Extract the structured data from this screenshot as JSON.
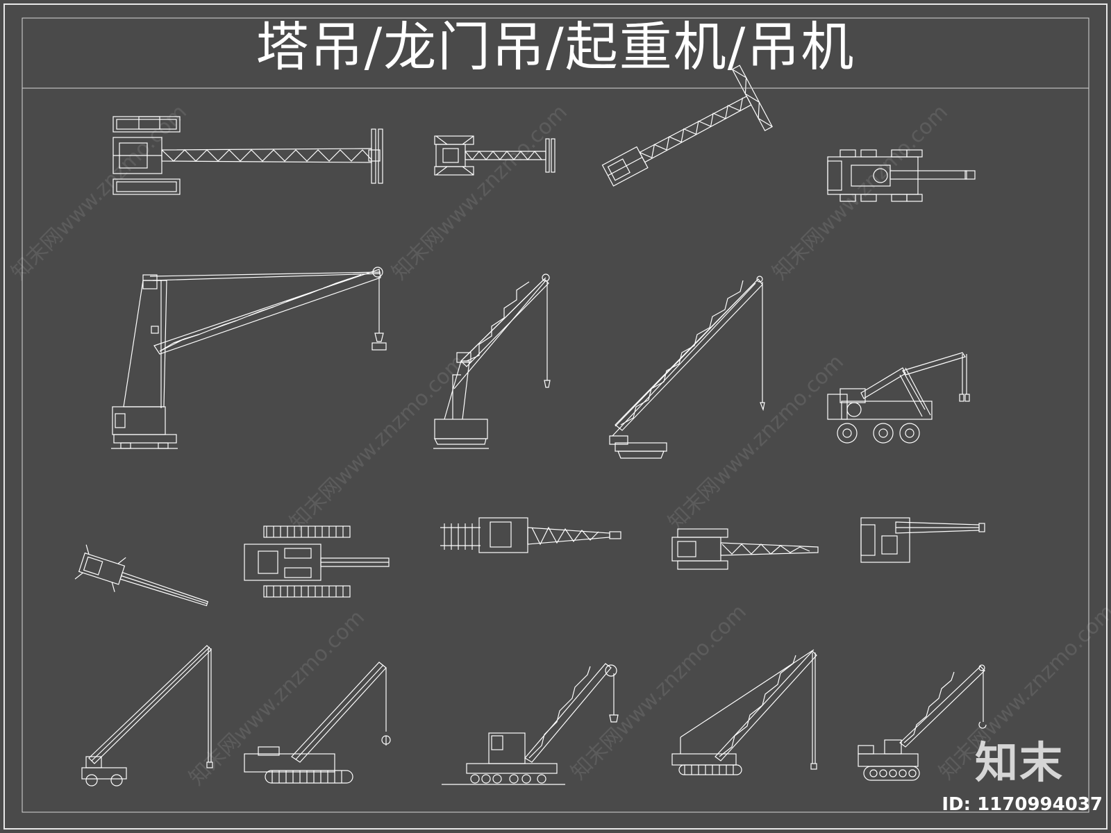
{
  "title": "塔吊/龙门吊/起重机/吊机",
  "watermark": {
    "text": "知末网www.znzmo.com"
  },
  "logo_text": "知末",
  "id_text": "ID: 1170994037",
  "colors": {
    "background": "#4a4a4a",
    "line": "#ffffff",
    "border": "#e8e8e8"
  },
  "drawings": [
    {
      "name": "crawler-crane-plan-large",
      "view": "top"
    },
    {
      "name": "crawler-crane-plan-small",
      "view": "top"
    },
    {
      "name": "crawler-crane-plan-angled",
      "view": "top"
    },
    {
      "name": "wheeled-crane-plan",
      "view": "top"
    },
    {
      "name": "pedestal-jib-crane-side",
      "view": "side"
    },
    {
      "name": "portal-crane-side",
      "view": "side"
    },
    {
      "name": "lattice-crawler-crane-side",
      "view": "side"
    },
    {
      "name": "wheeled-crane-side",
      "view": "side"
    },
    {
      "name": "telescopic-crane-plan-angled",
      "view": "top"
    },
    {
      "name": "crawler-crane-plan-tracks",
      "view": "top"
    },
    {
      "name": "rail-crane-plan",
      "view": "top"
    },
    {
      "name": "lattice-crane-plan",
      "view": "top"
    },
    {
      "name": "telescopic-crane-plan",
      "view": "top"
    },
    {
      "name": "rough-terrain-crane-side",
      "view": "side"
    },
    {
      "name": "grove-crawler-crane-side",
      "view": "side"
    },
    {
      "name": "rail-crane-side",
      "view": "side"
    },
    {
      "name": "lattice-crawler-crane-side-2",
      "view": "side"
    },
    {
      "name": "small-crawler-crane-side",
      "view": "side"
    }
  ]
}
